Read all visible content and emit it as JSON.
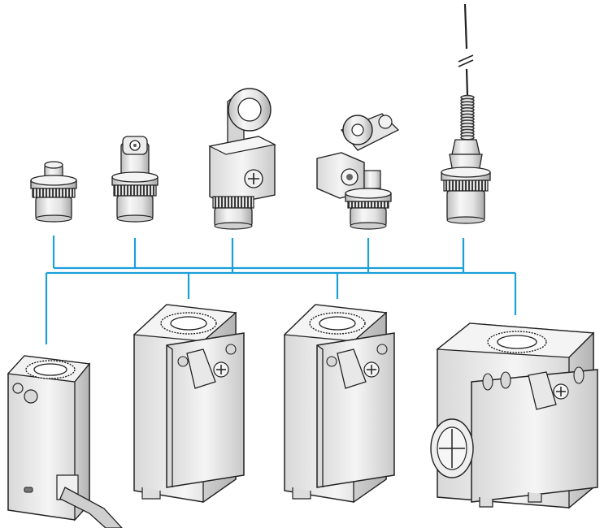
{
  "colors": {
    "connector": "#1ba0d8",
    "body_light": "#ededed",
    "body_mid": "#d6d6d6",
    "body_dark": "#9c9c9c",
    "outline": "#222222",
    "collar_light": "#f4f4f4",
    "thread_dark": "#3a3a3a"
  },
  "heads": [
    {
      "type": "plunger",
      "icon": "plunger-head-icon"
    },
    {
      "type": "roller-plunger",
      "icon": "roller-plunger-head-icon"
    },
    {
      "type": "rotary-lever",
      "icon": "rotary-lever-head-icon"
    },
    {
      "type": "roller-lever",
      "icon": "roller-lever-head-icon"
    },
    {
      "type": "spring-rod",
      "icon": "spring-rod-head-icon"
    }
  ],
  "bodies": [
    {
      "type": "compact-cable",
      "icon": "compact-cable-body-icon"
    },
    {
      "type": "single-entry",
      "icon": "single-entry-body-icon"
    },
    {
      "type": "single-entry-alt",
      "icon": "single-entry-alt-body-icon"
    },
    {
      "type": "wide-body",
      "icon": "wide-body-icon"
    }
  ]
}
